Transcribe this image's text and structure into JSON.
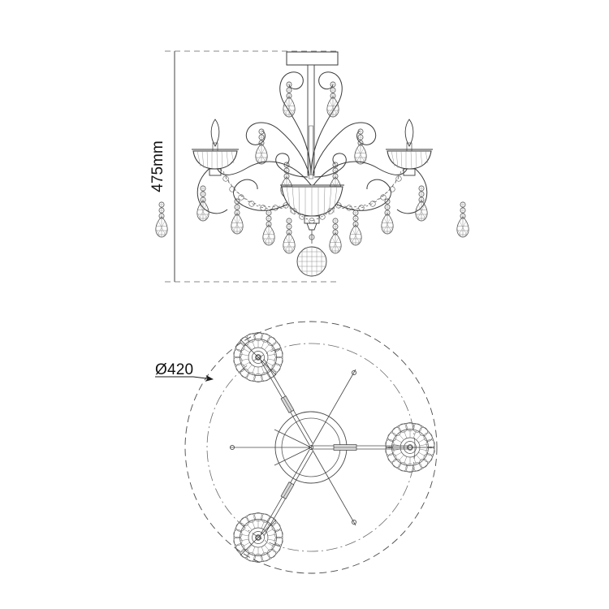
{
  "drawing": {
    "title": "chandelier-technical-drawing",
    "background_color": "#ffffff",
    "line_color": "#3a3a3a",
    "dim_line_color": "#555555",
    "text_color": "#111111",
    "views": [
      {
        "name": "elevation-view",
        "label": "side-elevation"
      },
      {
        "name": "plan-view",
        "label": "top-plan"
      }
    ]
  },
  "dimensions": {
    "height": {
      "value": "475mm",
      "orientation": "vertical",
      "view": "elevation-view"
    },
    "diameter": {
      "value": "Ø420",
      "orientation": "horizontal",
      "view": "plan-view"
    }
  },
  "elevation": {
    "parts": {
      "ceiling_plate": "ceiling-mount-plate",
      "stem": "center-stem",
      "bowl": "center-bowl",
      "scrollwork": "scroll-arms",
      "candles": "candle-bulbs",
      "bobeche": "bobeche-cups",
      "beads": "bead-swags",
      "pendants": "crystal-pendants",
      "finial": "ball-finial"
    },
    "candle_count": 3
  },
  "plan": {
    "parts": {
      "outer_circle": "outer-diameter-circle",
      "inner_circle": "inner-circle",
      "hub": "center-hub",
      "arms": "radial-arms",
      "rosettes": "bobeche-rosettes"
    },
    "rosette_count": 3,
    "arm_count": 3
  }
}
